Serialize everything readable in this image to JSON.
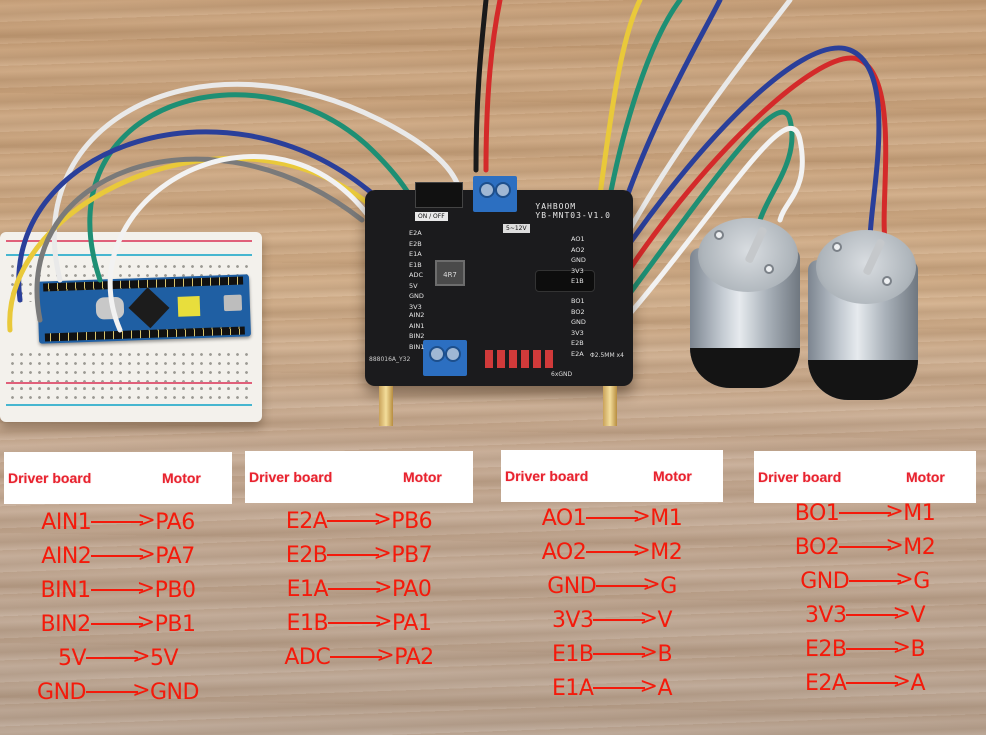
{
  "photo": {
    "description": "STM32 breadboard wired to motor driver board and two encoder DC motors",
    "driver_board": {
      "brand": "YAHBOOM",
      "model_label": "YB-MNT03-V1.0",
      "switch_label": "ON / OFF",
      "voltage_label": "5~12V",
      "inductor_label": "4R7",
      "left_pins_top": [
        "E2A",
        "E2B",
        "E1A",
        "E1B",
        "ADC",
        "5V",
        "GND",
        "3V3"
      ],
      "left_pins_bottom": [
        "AIN2",
        "AIN1",
        "BIN2",
        "BIN1"
      ],
      "right_pins_top": [
        "AO1",
        "AO2",
        "GND",
        "3V3",
        "E1B"
      ],
      "right_pins_bottom": [
        "BO1",
        "BO2",
        "GND",
        "3V3",
        "E2B",
        "E2A"
      ],
      "header_label": "6xGND",
      "hole_label": "Φ2.5MM x4",
      "pcb_code": "888016A_Y32"
    },
    "wire_colors": [
      "#e8e8e8",
      "#1e8f74",
      "#2a3f9a",
      "#e9c93a",
      "#7a7a7a",
      "#d42a2a",
      "#1a1a1a"
    ]
  },
  "tables": [
    {
      "header_left": "Driver board",
      "header_right": "Motor",
      "rows": [
        {
          "from": "AIN1",
          "to": "PA6"
        },
        {
          "from": "AIN2",
          "to": "PA7"
        },
        {
          "from": "BIN1",
          "to": "PB0"
        },
        {
          "from": "BIN2",
          "to": "PB1"
        },
        {
          "from": "5V",
          "to": "5V"
        },
        {
          "from": "GND",
          "to": "GND"
        }
      ]
    },
    {
      "header_left": "Driver board",
      "header_right": "Motor",
      "rows": [
        {
          "from": "E2A",
          "to": "PB6"
        },
        {
          "from": "E2B",
          "to": "PB7"
        },
        {
          "from": "E1A",
          "to": "PA0"
        },
        {
          "from": "E1B",
          "to": "PA1"
        },
        {
          "from": "ADC",
          "to": "PA2"
        }
      ]
    },
    {
      "header_left": "Driver board",
      "header_right": "Motor",
      "rows": [
        {
          "from": "AO1",
          "to": "M1"
        },
        {
          "from": "AO2",
          "to": "M2"
        },
        {
          "from": "GND",
          "to": "G"
        },
        {
          "from": "3V3",
          "to": "V"
        },
        {
          "from": "E1B",
          "to": "B"
        },
        {
          "from": "E1A",
          "to": "A"
        }
      ]
    },
    {
      "header_left": "Driver board",
      "header_right": "Motor",
      "rows": [
        {
          "from": "BO1",
          "to": "M1"
        },
        {
          "from": "BO2",
          "to": "M2"
        },
        {
          "from": "GND",
          "to": "G"
        },
        {
          "from": "3V3",
          "to": "V"
        },
        {
          "from": "E2B",
          "to": "B"
        },
        {
          "from": "E2A",
          "to": "A"
        }
      ]
    }
  ],
  "colors": {
    "header_text": "#e8232f",
    "mapping_text": "#f41a0b",
    "header_bg": "#ffffff"
  }
}
